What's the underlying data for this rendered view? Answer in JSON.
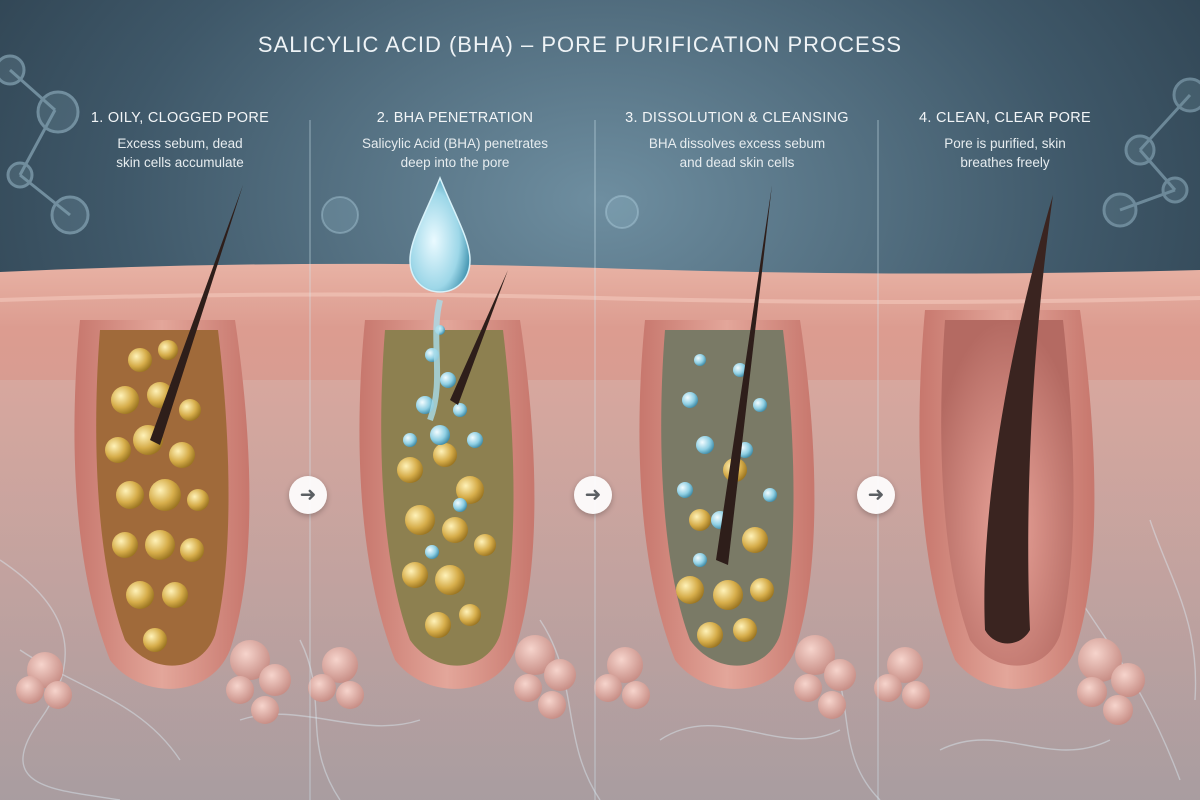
{
  "title": "SALICYLIC ACID (BHA) – PORE PURIFICATION PROCESS",
  "steps": [
    {
      "title": "1. OILY, CLOGGED PORE",
      "desc_line1": "Excess sebum, dead",
      "desc_line2": "skin cells accumulate"
    },
    {
      "title": "2. BHA PENETRATION",
      "desc_line1": "Salicylic Acid (BHA) penetrates",
      "desc_line2": "deep into the pore"
    },
    {
      "title": "3. DISSOLUTION & CLEANSING",
      "desc_line1": "BHA dissolves excess sebum",
      "desc_line2": "and dead skin cells"
    },
    {
      "title": "4. CLEAN, CLEAR PORE",
      "desc_line1": "Pore is purified, skin",
      "desc_line2": "breathes freely"
    }
  ],
  "arrow_glyph": "➜",
  "colors": {
    "background": "#2c4150",
    "skin": "#d99a8e",
    "sebum": "#d9b24a",
    "bha_liquid": "#9fd6e8",
    "hair": "#3a2420"
  },
  "icons": [
    "molecule-icon",
    "droplet-icon",
    "arrow-right-icon"
  ]
}
